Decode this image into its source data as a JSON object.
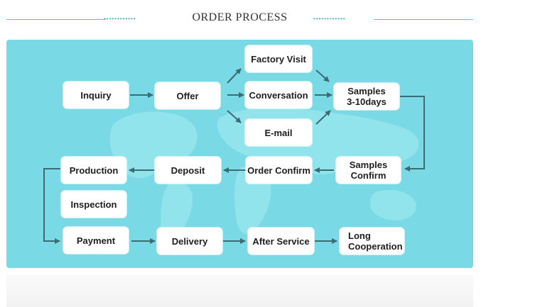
{
  "header": {
    "title": "ORDER PROCESS",
    "dots_left": "••••••••••••",
    "dots_right": "••••••••••••"
  },
  "nodes": {
    "inquiry": "Inquiry",
    "offer": "Offer",
    "factory_visit": "Factory Visit",
    "conversation": "Conversation",
    "email": "E-mail",
    "samples": "Samples\n3-10days",
    "samples_confirm": "Samples\nConfirm",
    "order_confirm": "Order Confirm",
    "deposit": "Deposit",
    "production": "Production",
    "inspection": "Inspection",
    "payment": "Payment",
    "delivery": "Delivery",
    "after_service": "After Service",
    "long_cooperation": "Long\nCooperation"
  },
  "colors": {
    "panel": "#79dae6",
    "arrow": "#3b6b73",
    "accent": "#41b6c3"
  }
}
